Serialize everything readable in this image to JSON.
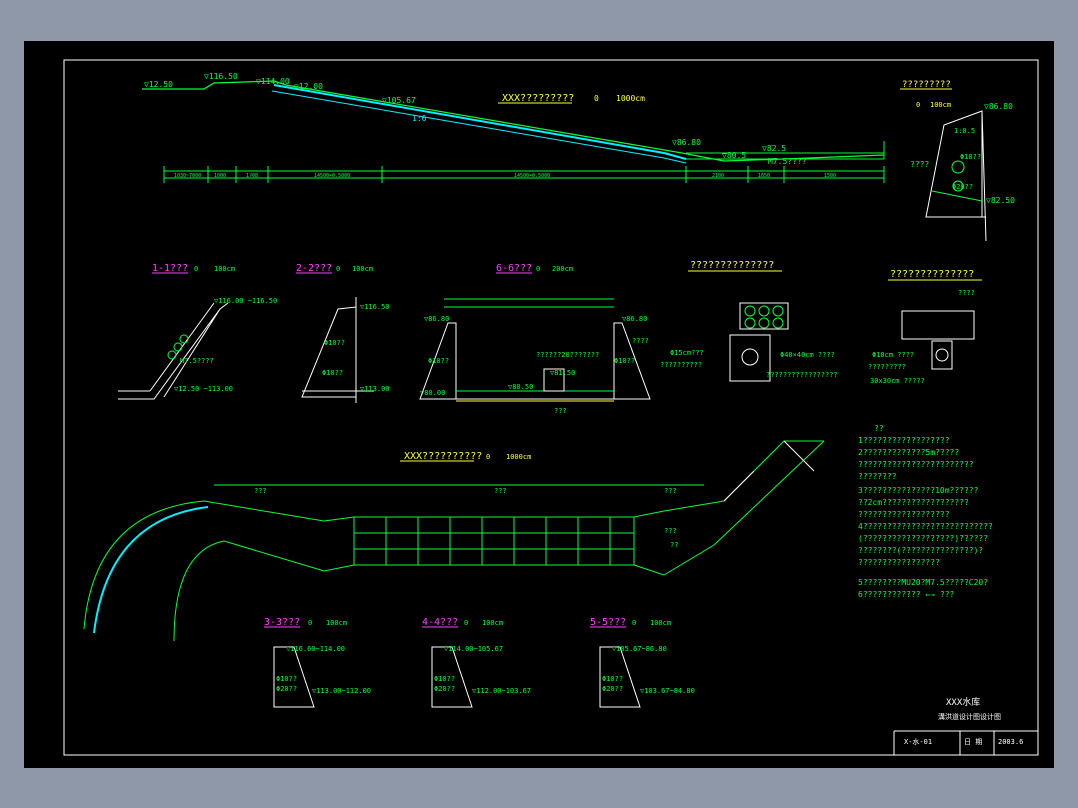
{
  "profile": {
    "title": "XXX?????????",
    "scale_main": "0",
    "scale_unit": "1000cm",
    "levels": [
      "▽12.50",
      "▽116.50",
      "▽114.00",
      "▽12.00",
      "▽105.67",
      "1:6",
      "▽86.80",
      "▽82.5",
      "▽80.5",
      "M7.5????"
    ],
    "dims": [
      "1030~7000",
      "1000",
      "1?08",
      "14500×0.5000",
      "14500×0.5000",
      "2100",
      "1650",
      "1500"
    ]
  },
  "detail_top": {
    "title": "?????????",
    "scale": "0",
    "unit": "100cm",
    "levels": [
      "▽86.80",
      "????",
      "Φ10??",
      "Φ20??",
      "▽82.50",
      "1:0.5"
    ]
  },
  "sec11": {
    "title": "1-1???",
    "scale": "0",
    "unit": "100cm",
    "levels": [
      "▽116.00 ~116.50",
      "M7.5????",
      "▽12.50 ~113.00"
    ]
  },
  "sec22": {
    "title": "2-2???",
    "scale": "0",
    "unit": "100cm",
    "levels": [
      "▽116.50",
      "Φ10??",
      "Φ10??",
      "▽113.00"
    ]
  },
  "sec66": {
    "title": "6-6???",
    "scale": "0",
    "unit": "200cm",
    "levels": [
      "▽86.80",
      "▽86.80",
      "Φ10??",
      "Φ10??",
      "▽80.00",
      "▽80.50",
      "▽81.50",
      "??????20???????",
      "????",
      "???"
    ]
  },
  "detail_drain1": {
    "title": "??????????????",
    "labels": [
      "Φ15cm???",
      "??????????",
      "Φ40×40cm ????",
      "?????????????????"
    ]
  },
  "detail_drain2": {
    "title": "??????????????",
    "labels": [
      "????",
      "Φ10cm ????",
      "?????????",
      "30x30cm ?????"
    ]
  },
  "plan": {
    "title": "XXX??????????",
    "scale": "0",
    "unit": "1000cm",
    "labels": [
      "???",
      "???",
      "???",
      "???",
      "??"
    ]
  },
  "sec33": {
    "title": "3-3???",
    "scale": "0",
    "unit": "100cm",
    "levels": [
      "▽116.60~114.00",
      "Φ10??",
      "Φ20??",
      "▽113.00~112.00"
    ]
  },
  "sec44": {
    "title": "4-4???",
    "scale": "0",
    "unit": "100cm",
    "levels": [
      "▽114.00~105.67",
      "Φ10??",
      "Φ20??",
      "▽112.00~103.67"
    ]
  },
  "sec55": {
    "title": "5-5???",
    "scale": "0",
    "unit": "100cm",
    "levels": [
      "▽105.67~86.80",
      "Φ10??",
      "Φ20??",
      "▽103.67~84.80"
    ]
  },
  "notes": {
    "heading": "??",
    "lines": [
      "1??????????????????",
      "2?????????????5m?????",
      "  ????????????????????????",
      "  ????????",
      "3???????????????10m??????",
      "  ??2cm??????????????????",
      "  ???????????????????",
      "4???????????????????????????",
      "  (???????????????????)??????",
      "  ????????(???????????????)?",
      "  ?????????????????",
      "5????????MU20?M7.5?????C20?",
      "6????????????  ⇐⇒   ???"
    ]
  },
  "title_block": {
    "project": "XXX水库",
    "drawing": "溝洪道设计图设计图",
    "number": "X-水-01",
    "label": "日 期",
    "date": "2003.6"
  }
}
